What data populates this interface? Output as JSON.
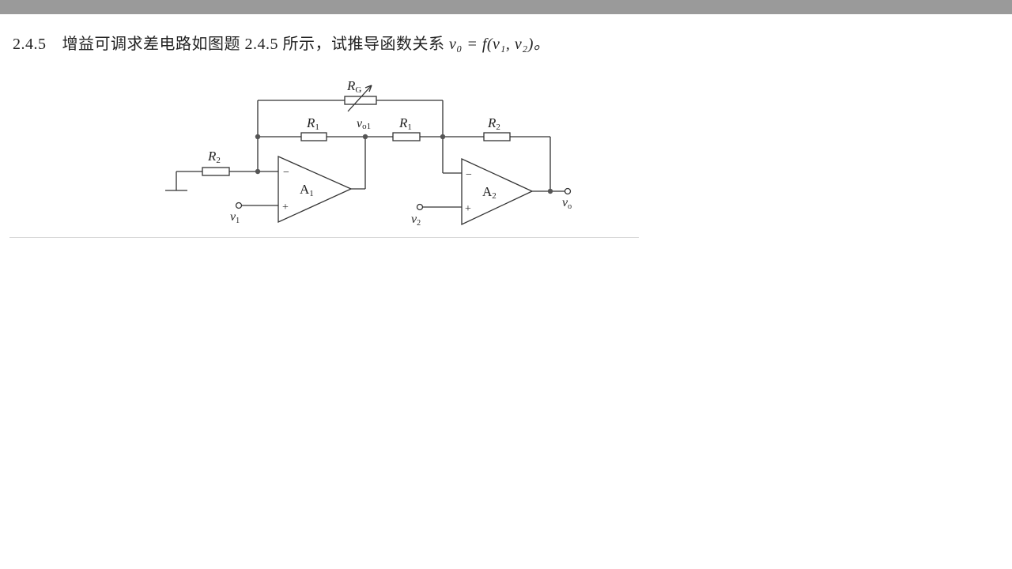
{
  "question": {
    "number": "2.4.5",
    "text": "增益可调求差电路如图题 2.4.5 所示，试推导函数关系",
    "formula": "v₀ = f(v₁, v₂)。"
  },
  "circuit": {
    "labels": {
      "rg": "R",
      "rg_sub": "G",
      "r1_left": "R",
      "r1_left_sub": "1",
      "r1_right": "R",
      "r1_right_sub": "1",
      "r2_left": "R",
      "r2_left_sub": "2",
      "r2_right": "R",
      "r2_right_sub": "2",
      "vo1": "v",
      "vo1_sub": "o1",
      "a1": "A",
      "a1_sub": "1",
      "a2": "A",
      "a2_sub": "2",
      "v1": "v",
      "v1_sub": "1",
      "v2": "v",
      "v2_sub": "2",
      "vo": "v",
      "vo_sub": "o",
      "minus": "−",
      "plus": "+"
    }
  }
}
